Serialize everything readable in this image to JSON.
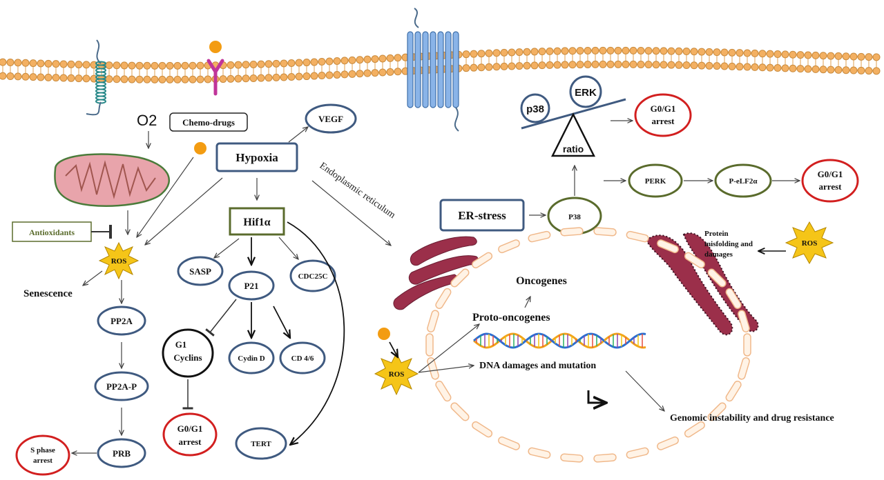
{
  "membrane": {
    "stimuli": {
      "o2": "O2",
      "chemo_drugs": "Chemo-drugs"
    }
  },
  "left": {
    "antioxidants": "Antioxidants",
    "ros": "ROS",
    "senescence": "Senescence",
    "pp2a": "PP2A",
    "pp2a_p": "PP2A-P",
    "prb": "PRB",
    "s_phase_arrest": [
      "S phase",
      "arrest"
    ]
  },
  "center": {
    "hypoxia": "Hypoxia",
    "vegf": "VEGF",
    "hif1a": "Hif1α",
    "sasp": "SASP",
    "p21": "P21",
    "cdc25c": "CDC25C",
    "g1_cyclins": [
      "G1",
      "Cyclins"
    ],
    "cyclin_d": "Cydin D",
    "cd46": "CD 4/6",
    "g0g1_arrest": [
      "G0/G1",
      "arrest"
    ],
    "tert": "TERT"
  },
  "right": {
    "er_label": "Endoplasmic reticulum",
    "er_stress": "ER-stress",
    "p38_node": "P38",
    "p38_balance": "p38",
    "erk": "ERK",
    "ratio": "ratio",
    "g0g1_arrest_top": [
      "G0/G1",
      "arrest"
    ],
    "perk": "PERK",
    "p_elf2a": "P-eLF2α",
    "g0g1_arrest_mid": [
      "G0/G1",
      "arrest"
    ],
    "ros_right": "ROS",
    "protein_misfolding": [
      "Protein",
      "misfolding and",
      "damages"
    ]
  },
  "nucleus": {
    "ros": "ROS",
    "oncogenes": "Oncogenes",
    "proto_oncogenes": "Proto-oncogenes",
    "dna_damage": "DNA damages and mutation",
    "genomic": "Genomic instability and drug resistance"
  },
  "colors": {
    "node_blue": "#3f5a80",
    "node_red": "#d21f1f",
    "node_green": "#5a6b2c",
    "membrane": "#f3b062",
    "ros_star": "#f5c518",
    "er": "#9b2f4a",
    "drug_dot": "#f39c12"
  }
}
